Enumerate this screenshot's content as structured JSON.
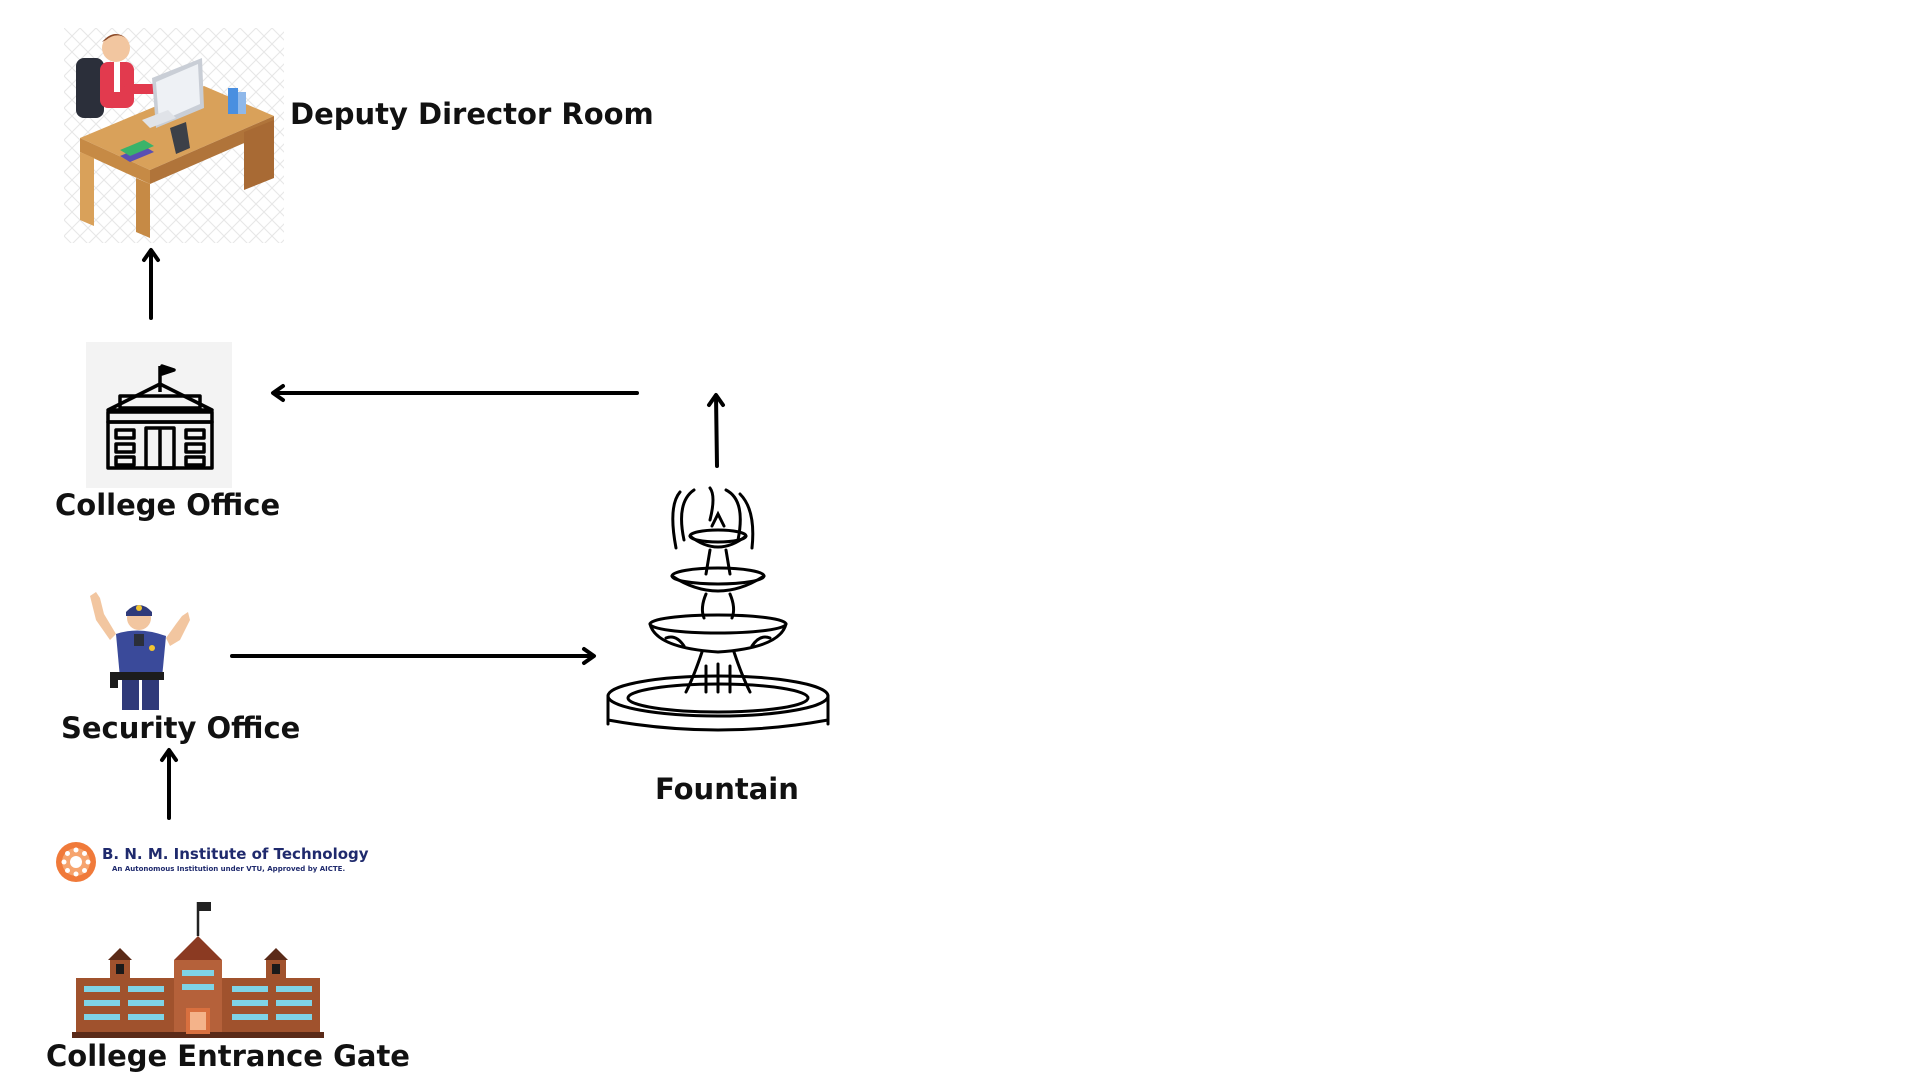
{
  "nodes": {
    "deputy_director_room": {
      "label": "Deputy Director Room"
    },
    "college_office": {
      "label": "College Office"
    },
    "security_office": {
      "label": "Security Office"
    },
    "fountain": {
      "label": "Fountain"
    },
    "college_entrance_gate": {
      "label": "College Entrance Gate"
    }
  },
  "logo": {
    "title": "B. N. M. Institute of Technology",
    "subtitle": "An Autonomous Institution under VTU, Approved by AICTE."
  },
  "edges": [
    {
      "from": "college_entrance_gate",
      "to": "security_office"
    },
    {
      "from": "security_office",
      "to": "fountain"
    },
    {
      "from": "fountain",
      "to": "college_office"
    },
    {
      "from": "college_office",
      "to": "deputy_director_room"
    }
  ],
  "colors": {
    "text": "#111111",
    "arrow": "#000000",
    "logo_text": "#1f2a6d",
    "building_brick": "#a0522d",
    "logo_orange": "#f07a3a"
  }
}
